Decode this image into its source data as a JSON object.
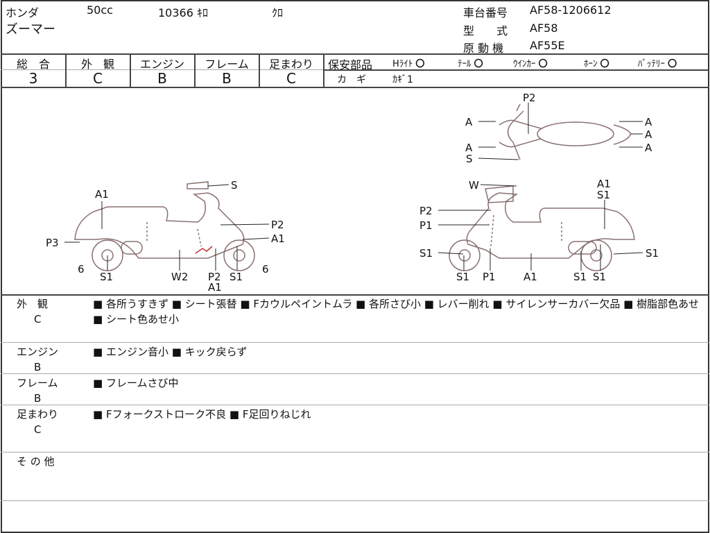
{
  "header": {
    "maker": "ホンダ",
    "displacement": "50cc",
    "mileage": "10366 ｷﾛ",
    "color": "ｸﾛ",
    "model_name": "ズーマー",
    "frame_no_label": "車台番号",
    "frame_no": "AF58-1206612",
    "type_label": "型　　式",
    "type": "AF58",
    "engine_label": "原 動 機",
    "engine": "AF55E"
  },
  "grades": [
    {
      "label": "総　合",
      "value": "3"
    },
    {
      "label": "外　観",
      "value": "C"
    },
    {
      "label": "エンジン",
      "value": "B"
    },
    {
      "label": "フレーム",
      "value": "B"
    },
    {
      "label": "足まわり",
      "value": "C"
    }
  ],
  "safety": {
    "label": "保安部品",
    "items": [
      {
        "name": "Hﾗｲﾄ",
        "mark": "〇"
      },
      {
        "name": "ﾃｰﾙ",
        "mark": "〇"
      },
      {
        "name": "ｳｲﾝｶｰ",
        "mark": "〇"
      },
      {
        "name": "ﾎｰﾝ",
        "mark": "〇"
      },
      {
        "name": "ﾊﾞｯﾃﾘｰ",
        "mark": "〇"
      }
    ],
    "key_label": "カ　ギ",
    "key_value": "ｶｷﾞ1"
  },
  "diagram": {
    "left": [
      "A1",
      "P3",
      "6",
      "S1",
      "W2",
      "P2",
      "A1",
      "S1",
      "6",
      "S",
      "P2",
      "A1"
    ],
    "right": [
      "P2",
      "A",
      "A",
      "S",
      "A",
      "A",
      "A",
      "W",
      "A1",
      "S1",
      "P2",
      "P1",
      "S1",
      "S1",
      "P1",
      "A1",
      "S1",
      "S1",
      "S1"
    ]
  },
  "notes": [
    {
      "label": "外　観",
      "grade": "C",
      "text": "■ 各所うすきず ■ シート張替 ■ Fカウルペイントムラ ■ 各所さび小 ■ レバー削れ ■ サイレンサーカバー欠品 ■ 樹脂部色あせ ■ シート色あせ小"
    },
    {
      "label": "エンジン",
      "grade": "B",
      "text": "■ エンジン音小 ■ キック戻らず"
    },
    {
      "label": "フレーム",
      "grade": "B",
      "text": "■ フレームさび中"
    },
    {
      "label": "足まわり",
      "grade": "C",
      "text": "■ Fフォークストローク不良 ■ F足回りねじれ"
    },
    {
      "label": "そ の 他",
      "grade": "",
      "text": ""
    }
  ]
}
